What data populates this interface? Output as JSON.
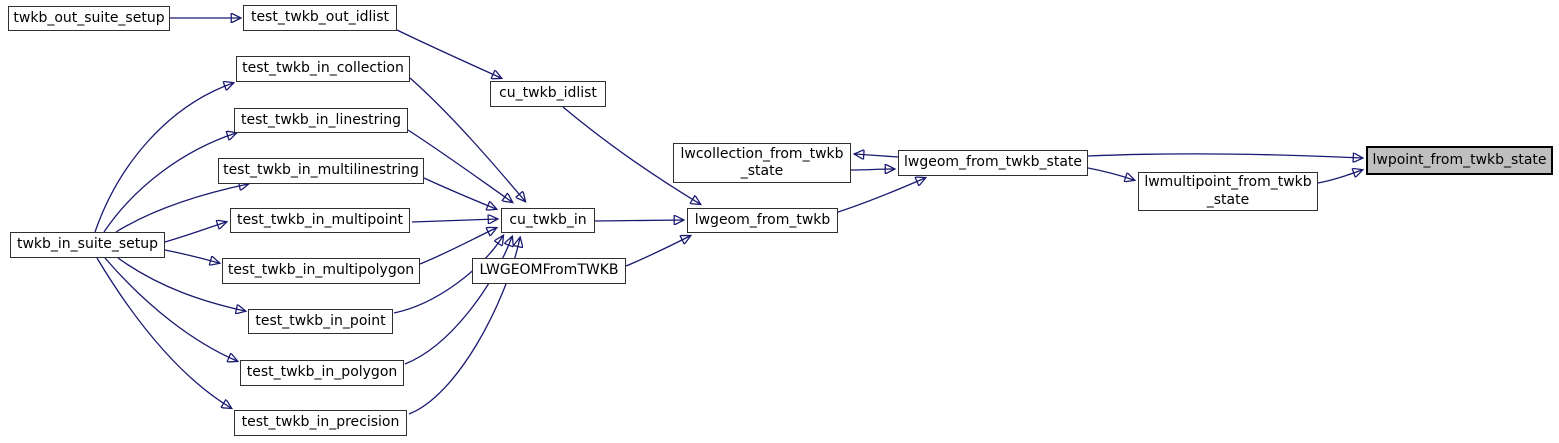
{
  "diagram": {
    "type": "doxygen-caller-graph",
    "highlighted_function": "lwpoint_from_twkb_state",
    "colors": {
      "edge": "#191970",
      "node_border": "#2f2f2f",
      "node_fill": "#ffffff",
      "highlight_fill": "#bfbfbf",
      "highlight_border": "#000000",
      "text": "#000000",
      "background": "#ffffff"
    },
    "nodes": [
      {
        "id": "twkb_out_suite_setup",
        "label": "twkb_out_suite_setup"
      },
      {
        "id": "test_twkb_out_idlist",
        "label": "test_twkb_out_idlist"
      },
      {
        "id": "cu_twkb_idlist",
        "label": "cu_twkb_idlist"
      },
      {
        "id": "test_twkb_in_collection",
        "label": "test_twkb_in_collection"
      },
      {
        "id": "test_twkb_in_linestring",
        "label": "test_twkb_in_linestring"
      },
      {
        "id": "test_twkb_in_multilinestring",
        "label": "test_twkb_in_multilinestring"
      },
      {
        "id": "test_twkb_in_multipoint",
        "label": "test_twkb_in_multipoint"
      },
      {
        "id": "twkb_in_suite_setup",
        "label": "twkb_in_suite_setup"
      },
      {
        "id": "test_twkb_in_multipolygon",
        "label": "test_twkb_in_multipolygon"
      },
      {
        "id": "test_twkb_in_point",
        "label": "test_twkb_in_point"
      },
      {
        "id": "test_twkb_in_polygon",
        "label": "test_twkb_in_polygon"
      },
      {
        "id": "test_twkb_in_precision",
        "label": "test_twkb_in_precision"
      },
      {
        "id": "cu_twkb_in",
        "label": "cu_twkb_in"
      },
      {
        "id": "LWGEOMFromTWKB",
        "label": "LWGEOMFromTWKB"
      },
      {
        "id": "lwgeom_from_twkb",
        "label": "lwgeom_from_twkb"
      },
      {
        "id": "lwcollection_from_twkb_state",
        "label": "lwcollection_from_twkb\n_state"
      },
      {
        "id": "lwgeom_from_twkb_state",
        "label": "lwgeom_from_twkb_state"
      },
      {
        "id": "lwmultipoint_from_twkb_state",
        "label": "lwmultipoint_from_twkb\n_state"
      },
      {
        "id": "lwpoint_from_twkb_state",
        "label": "lwpoint_from_twkb_state",
        "highlighted": true
      }
    ],
    "edges": [
      "twkb_out_suite_setup->test_twkb_out_idlist",
      "test_twkb_out_idlist->cu_twkb_idlist",
      "cu_twkb_idlist->lwgeom_from_twkb",
      "twkb_in_suite_setup->test_twkb_in_collection",
      "twkb_in_suite_setup->test_twkb_in_linestring",
      "twkb_in_suite_setup->test_twkb_in_multilinestring",
      "twkb_in_suite_setup->test_twkb_in_multipoint",
      "twkb_in_suite_setup->test_twkb_in_multipolygon",
      "twkb_in_suite_setup->test_twkb_in_point",
      "twkb_in_suite_setup->test_twkb_in_polygon",
      "twkb_in_suite_setup->test_twkb_in_precision",
      "test_twkb_in_collection->cu_twkb_in",
      "test_twkb_in_linestring->cu_twkb_in",
      "test_twkb_in_multilinestring->cu_twkb_in",
      "test_twkb_in_multipoint->cu_twkb_in",
      "test_twkb_in_multipolygon->cu_twkb_in",
      "test_twkb_in_point->cu_twkb_in",
      "test_twkb_in_polygon->cu_twkb_in",
      "test_twkb_in_precision->cu_twkb_in",
      "cu_twkb_in->lwgeom_from_twkb",
      "LWGEOMFromTWKB->lwgeom_from_twkb",
      "lwgeom_from_twkb->lwgeom_from_twkb_state",
      "lwgeom_from_twkb_state->lwcollection_from_twkb_state",
      "lwcollection_from_twkb_state->lwgeom_from_twkb_state",
      "lwgeom_from_twkb_state->lwpoint_from_twkb_state",
      "lwgeom_from_twkb_state->lwmultipoint_from_twkb_state",
      "lwmultipoint_from_twkb_state->lwpoint_from_twkb_state"
    ]
  }
}
